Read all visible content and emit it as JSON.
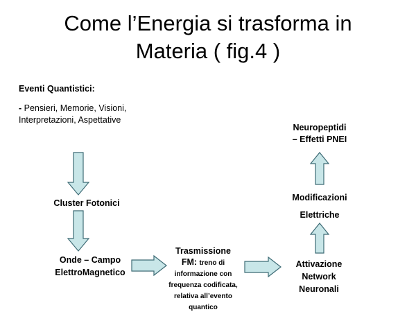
{
  "slide": {
    "title_line1": "Come l’Energia si trasforma in",
    "title_line2": "Materia ( fig.4 )"
  },
  "nodes": {
    "eventi_heading": "Eventi Quantistici:",
    "eventi_bullet": "- ",
    "eventi_list": "Pensieri, Memorie, Visioni, Interpretazioni, Aspettative",
    "cluster": "Cluster Fotonici",
    "onde_line1": "Onde – Campo",
    "onde_line2": "ElettroMagnetico",
    "trasm_line1": "Trasmissione",
    "trasm_fm": "FM:",
    "trasm_detail": "treno di informazione con frequenza codificata, relativa all’evento quantico",
    "attiv_line1": "Attivazione",
    "attiv_line2": "Network",
    "attiv_line3": "Neuronali",
    "modif_line1": "Modificazioni",
    "modif_line2": "Elettriche",
    "neuro_line1": "Neuropeptidi",
    "neuro_line2": "– Effetti PNEI"
  },
  "colors": {
    "arrow_fill": "#c8e6e8",
    "arrow_stroke": "#3d6b75"
  }
}
